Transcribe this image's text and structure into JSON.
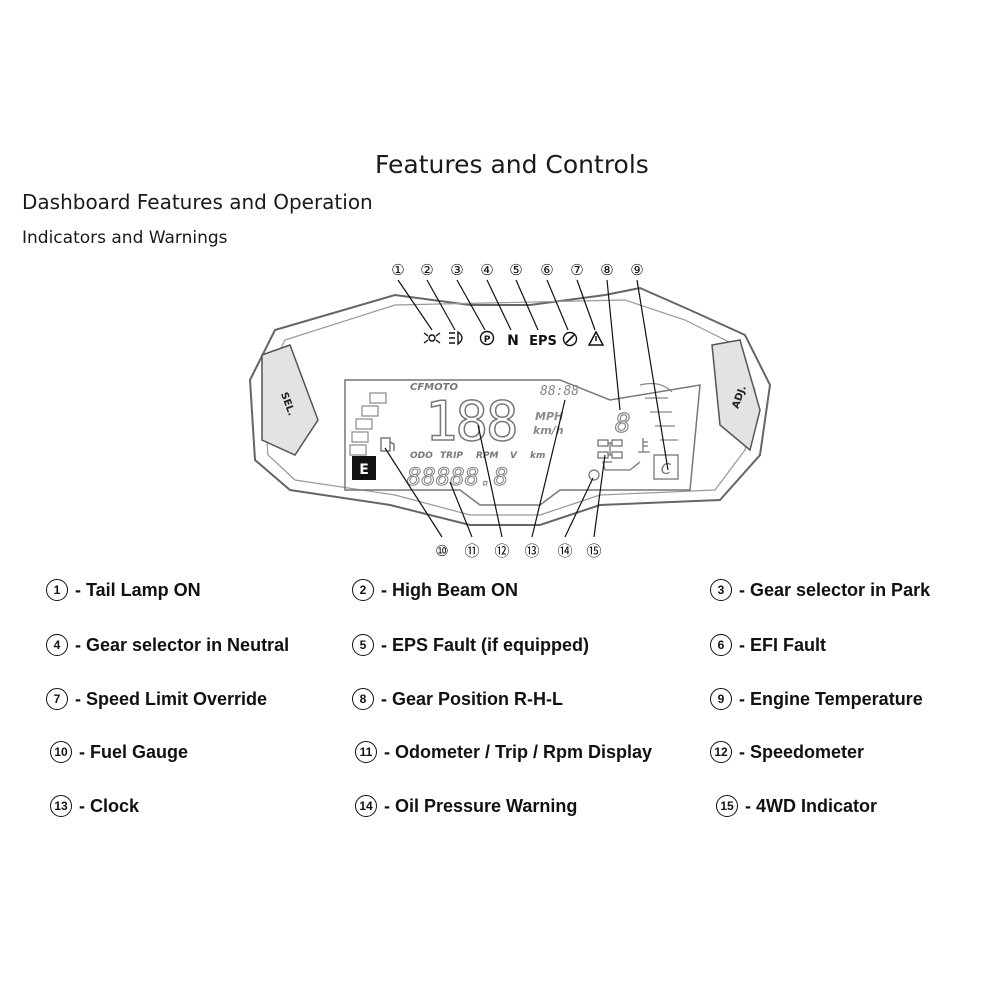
{
  "headings": {
    "title": "Features and Controls",
    "section": "Dashboard Features and Operation",
    "subsection": "Indicators and Warnings"
  },
  "dash": {
    "brand": "CFMOTO",
    "left_button": "SEL.",
    "right_button": "ADJ.",
    "fuel_letter": "E",
    "temp_letter": "C",
    "speed_digits": "188",
    "unit_top": "MPH",
    "unit_bottom": "km/h",
    "clock_digits": "88:88",
    "odo_labels": [
      "ODO",
      "TRIP",
      "RPM",
      "V",
      "km"
    ],
    "odo_digits": "88888.8",
    "gear_digit": "8",
    "indicators": [
      "tail-lamp-icon",
      "high-beam-icon",
      "park-icon",
      "N",
      "EPS",
      "efi-fault-icon",
      "warning-triangle-icon"
    ],
    "callouts": [
      "①",
      "②",
      "③",
      "④",
      "⑤",
      "⑥",
      "⑦",
      "⑧",
      "⑨",
      "⑩",
      "⑪",
      "⑫",
      "⑬",
      "⑭",
      "⑮"
    ]
  },
  "legend": [
    {
      "num": "1",
      "text": "- Tail Lamp ON"
    },
    {
      "num": "2",
      "text": "- High Beam ON"
    },
    {
      "num": "3",
      "text": "- Gear selector in Park"
    },
    {
      "num": "4",
      "text": "- Gear selector in Neutral"
    },
    {
      "num": "5",
      "text": "- EPS Fault (if equipped)"
    },
    {
      "num": "6",
      "text": "- EFI Fault"
    },
    {
      "num": "7",
      "text": "- Speed Limit Override"
    },
    {
      "num": "8",
      "text": "- Gear Position R-H-L"
    },
    {
      "num": "9",
      "text": "- Engine Temperature"
    },
    {
      "num": "10",
      "text": "- Fuel Gauge"
    },
    {
      "num": "11",
      "text": "- Odometer / Trip / Rpm Display"
    },
    {
      "num": "12",
      "text": "- Speedometer"
    },
    {
      "num": "13",
      "text": "- Clock"
    },
    {
      "num": "14",
      "text": "- Oil Pressure Warning"
    },
    {
      "num": "15",
      "text": "- 4WD Indicator"
    }
  ]
}
